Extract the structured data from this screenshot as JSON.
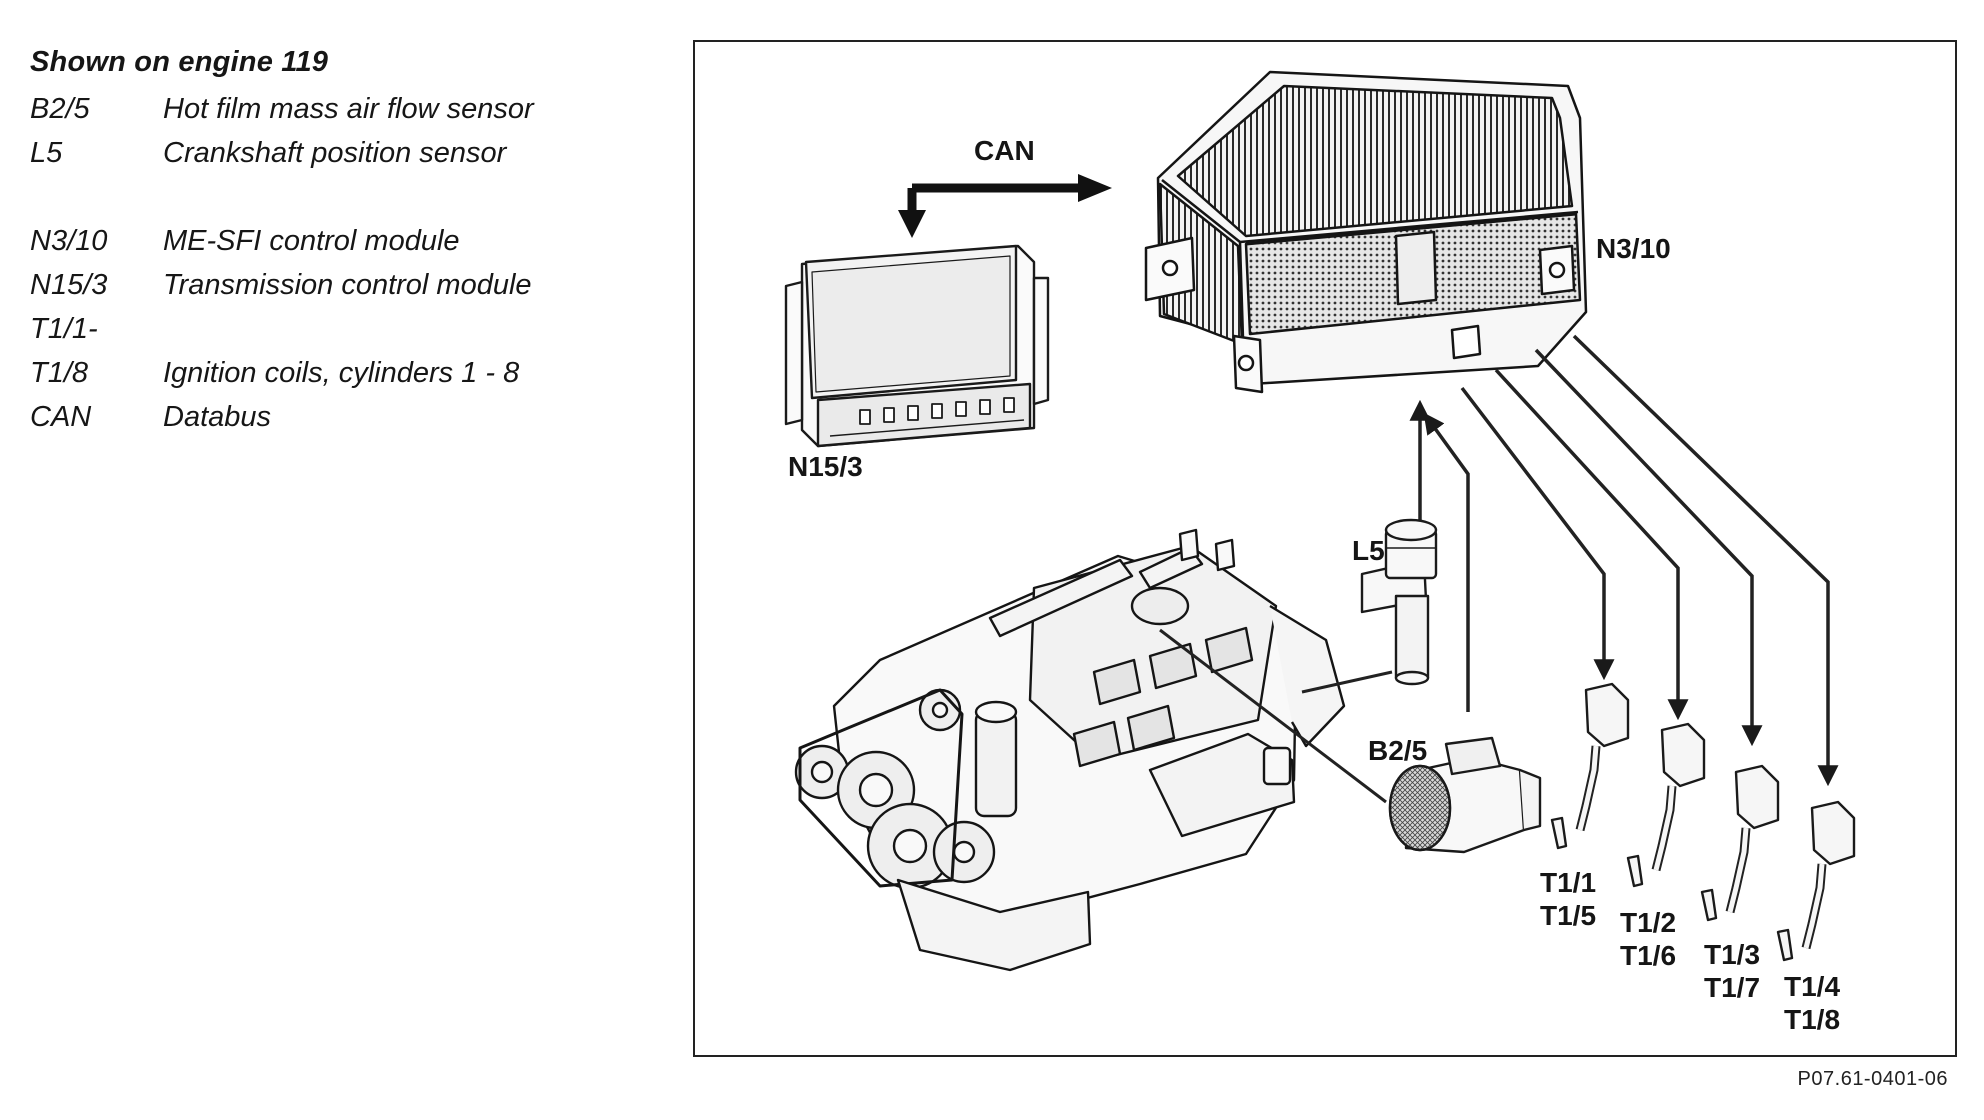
{
  "legend": {
    "title": "Shown on engine 119",
    "items": [
      {
        "code": "B2/5",
        "desc": "Hot film mass air flow sensor"
      },
      {
        "code": "L5",
        "desc": "Crankshaft position sensor"
      },
      {
        "code": "N3/10",
        "desc": "ME-SFI control module"
      },
      {
        "code": "N15/3",
        "desc": "Transmission control module"
      },
      {
        "code": "T1/1-",
        "desc": ""
      },
      {
        "code": "T1/8",
        "desc": "Ignition coils, cylinders 1 - 8"
      },
      {
        "code": "CAN",
        "desc": "Databus"
      }
    ]
  },
  "diagram": {
    "labels": {
      "can": "CAN",
      "n3_10": "N3/10",
      "n15_3": "N15/3",
      "l5": "L5",
      "b2_5": "B2/5",
      "coil_1": "T1/1\nT1/5",
      "coil_2": "T1/2\nT1/6",
      "coil_3": "T1/3\nT1/7",
      "coil_4": "T1/4\nT1/8"
    },
    "figure_id": "P07.61-0401-06"
  }
}
